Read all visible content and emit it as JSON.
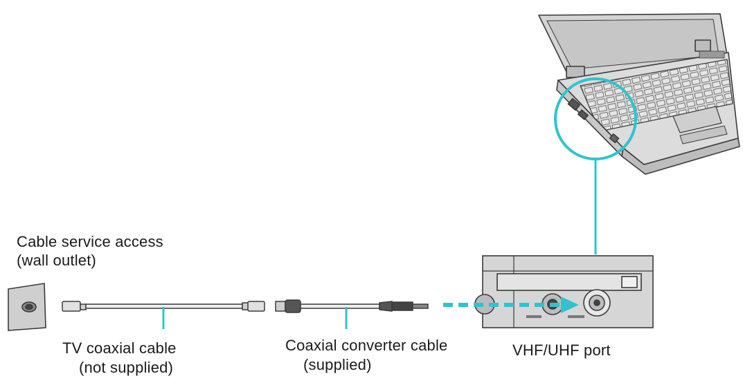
{
  "labels": {
    "wall_outlet_line1": "Cable service access",
    "wall_outlet_line2": "(wall outlet)",
    "tv_cable_line1": "TV coaxial cable",
    "tv_cable_line2": "(not supplied)",
    "converter_line1": "Coaxial converter cable",
    "converter_line2": "(supplied)",
    "port": "VHF/UHF port"
  },
  "colors": {
    "accent": "#2ec4cf",
    "outline": "#3a3a3a",
    "device_fill": "#d9d9d9",
    "background": "#ffffff"
  }
}
